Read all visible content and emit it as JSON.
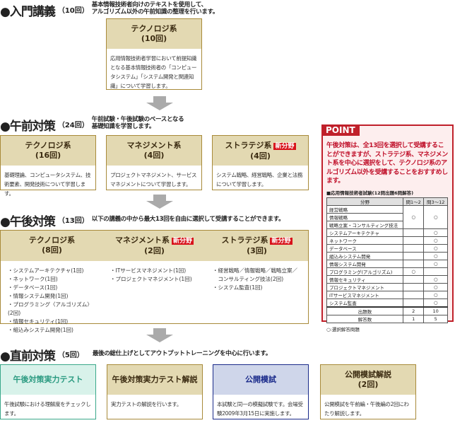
{
  "intro": {
    "title": "●入門講義",
    "count": "（10回）",
    "desc": [
      "基本情報技術者向けのテキストを使用して、",
      "アルゴリズム以外の午前知識の整理を行います。"
    ],
    "box": {
      "title": "テクノロジ系",
      "count": "(10回)",
      "body": "応用情報技術者学習において前提知識となる基本情報技術者の「コンピュータシステム」「システム開発と関連知識」について学習します。"
    }
  },
  "am": {
    "title": "●午前対策",
    "count": "（24回）",
    "desc": [
      "午前試験・午後試験のベースとなる",
      "基礎知識を学習します。"
    ],
    "boxes": [
      {
        "title": "テクノロジ系",
        "badge": "",
        "count": "(16回)",
        "body": "基礎理論、コンピュータシステム、技術要素、開発技術について学習します。"
      },
      {
        "title": "マネジメント系",
        "badge": "",
        "count": "(4回)",
        "body": "プロジェクトマネジメント、サービスマネジメントについて学習します。"
      },
      {
        "title": "ストラテジ系",
        "badge": "新分野",
        "count": "(4回)",
        "body": "システム戦略、経営戦略、企業と法務について学習します。"
      }
    ]
  },
  "pm": {
    "title": "●午後対策",
    "count": "（13回）",
    "desc": "以下の講義の中から最大13回を自由に選択して受講することができます。",
    "cols": [
      {
        "title": "テクノロジ系",
        "badge": "",
        "count": "(8回)",
        "items": [
          "・システムアーキテクチャ(1回)",
          "・ネットワーク(1回)",
          "・データベース(1回)",
          "・情報システム開発(1回)",
          "・プログラミング〈アルゴリズム〉(2回)",
          "・情報セキュリティ(1回)",
          "・組込みシステム開発(1回)"
        ]
      },
      {
        "title": "マネジメント系",
        "badge": "新分野",
        "count": "(2回)",
        "items": [
          "・ITサービスマネジメント(1回)",
          "・プロジェクトマネジメント(1回)"
        ]
      },
      {
        "title": "ストラテジ系",
        "badge": "新分野",
        "count": "(3回)",
        "items": [
          "・経営戦略／情報戦略／戦略立案／",
          "　コンサルティング技法(2回)",
          "・システム監査(1回)"
        ]
      }
    ]
  },
  "final": {
    "title": "●直前対策",
    "count": "（5回）",
    "desc": "最後の総仕上げとしてアウトプットトレーニングを中心に行います。",
    "boxes": [
      {
        "title": "午後対策実力テスト",
        "count": "",
        "body": "午後試験における理解度をチェックします。"
      },
      {
        "title": "午後対策実力テスト解説",
        "count": "",
        "body": "実力テストの解説を行います。"
      },
      {
        "title": "公開模試",
        "count": "",
        "body": "本試験と同一の模擬試験です。会場受験2009年3月15日に実施します。"
      },
      {
        "title": "公開模試解説",
        "count": "(2回)",
        "body": "公開模試を午前編・午後編の2回にわたり解説します。"
      }
    ]
  },
  "point": {
    "tab": "POINT",
    "text": "午後対策は、全13回を選択して受講することができますが、ストラテジ系、マネジメント系を中心に選択をして、テクノロジ系のアルゴリズム以外を受講することをおすすめします。",
    "table_title": "■応用情報技術者試験(12問出題6問解答)",
    "headers": [
      "分野",
      "問1～2",
      "問3～12"
    ],
    "group": [
      "経営戦略",
      "情報戦略",
      "戦略立案・コンサルティング技法"
    ],
    "group_marks": [
      "○",
      "○"
    ],
    "rows": [
      [
        "システムアーキテクチャ",
        "",
        "○"
      ],
      [
        "ネットワーク",
        "",
        "○"
      ],
      [
        "データベース",
        "",
        "○"
      ],
      [
        "組込みシステム開発",
        "",
        "○"
      ],
      [
        "情報システム開発",
        "",
        "○"
      ],
      [
        "プログラミング(アルゴリズム)",
        "○",
        ""
      ],
      [
        "情報セキュリティ",
        "",
        "○"
      ],
      [
        "プロジェクトマネジメント",
        "",
        "○"
      ],
      [
        "ITサービスマネジメント",
        "",
        "○"
      ],
      [
        "システム監査",
        "",
        "○"
      ]
    ],
    "totals": [
      [
        "出題数",
        "2",
        "10"
      ],
      [
        "解答数",
        "1",
        "5"
      ]
    ],
    "note": "○:選択解答問題"
  }
}
